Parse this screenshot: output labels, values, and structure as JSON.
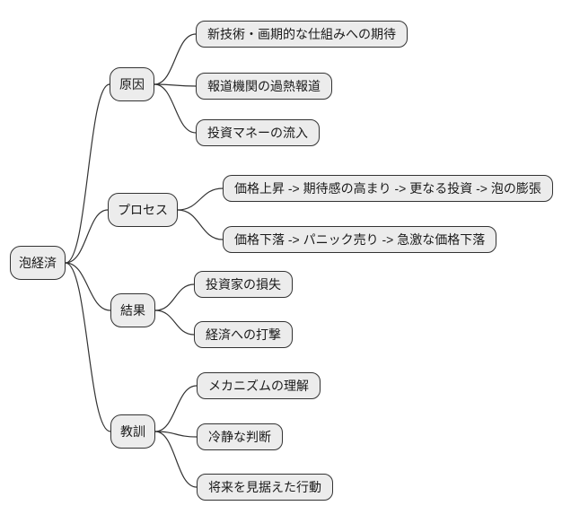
{
  "diagram": {
    "type": "mindmap",
    "root": {
      "label": "泡経済"
    },
    "branches": [
      {
        "label": "原因",
        "children": [
          {
            "label": "新技術・画期的な仕組みへの期待"
          },
          {
            "label": "報道機関の過熱報道"
          },
          {
            "label": "投資マネーの流入"
          }
        ]
      },
      {
        "label": "プロセス",
        "children": [
          {
            "label": "価格上昇 -> 期待感の高まり -> 更なる投資 -> 泡の膨張"
          },
          {
            "label": "価格下落 -> パニック売り -> 急激な価格下落"
          }
        ]
      },
      {
        "label": "結果",
        "children": [
          {
            "label": "投資家の損失"
          },
          {
            "label": "経済への打撃"
          }
        ]
      },
      {
        "label": "教訓",
        "children": [
          {
            "label": "メカニズムの理解"
          },
          {
            "label": "冷静な判断"
          },
          {
            "label": "将来を見据えた行動"
          }
        ]
      }
    ],
    "colors": {
      "background": "#ffffff",
      "node_fill": "#ececec",
      "node_border": "#333333",
      "edge": "#333333",
      "text": "#1a1a1a"
    }
  }
}
